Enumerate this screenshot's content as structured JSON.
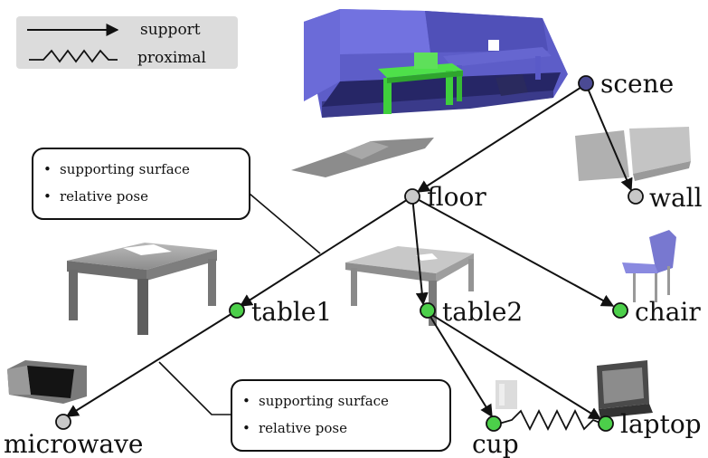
{
  "legend": {
    "support_label": "support",
    "proximal_label": "proximal"
  },
  "nodes": {
    "scene": {
      "label": "scene",
      "color": "#4b4a94"
    },
    "floor": {
      "label": "floor",
      "color": "#c8c8c8"
    },
    "wall": {
      "label": "wall",
      "color": "#c8c8c8"
    },
    "table1": {
      "label": "table1",
      "color": "#4ccf4a"
    },
    "table2": {
      "label": "table2",
      "color": "#4ccf4a"
    },
    "chair": {
      "label": "chair",
      "color": "#4ccf4a"
    },
    "microwave": {
      "label": "microwave",
      "color": "#c8c8c8"
    },
    "cup": {
      "label": "cup",
      "color": "#4ccf4a"
    },
    "laptop": {
      "label": "laptop",
      "color": "#4ccf4a"
    }
  },
  "info_box_1": {
    "items": [
      "supporting surface",
      "relative pose"
    ]
  },
  "info_box_2": {
    "items": [
      "supporting surface",
      "relative pose"
    ]
  },
  "colors": {
    "room_blue": "#6a6ad6",
    "room_dark": "#2e2e6e",
    "highlight_green": "#3fdc44",
    "mesh_gray": "#8a8a8a"
  }
}
